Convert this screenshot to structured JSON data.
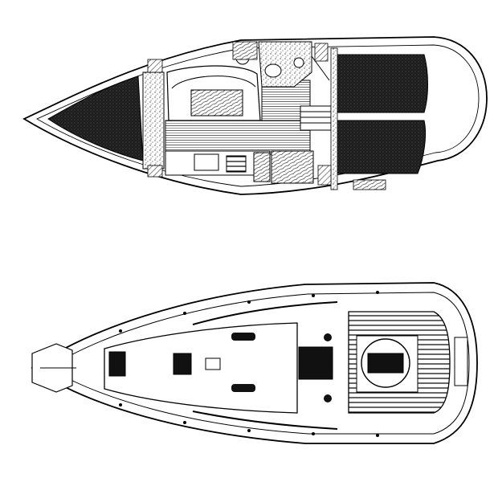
{
  "figure": {
    "views": [
      {
        "id": "interior-layout",
        "kind": "accommodation-plan"
      },
      {
        "id": "deck-plan",
        "kind": "deck-plan"
      }
    ],
    "colors": {
      "ink": "#000000",
      "paper": "#ffffff",
      "upholstery": "#2a2a2a",
      "speckle": "#d9d9d9"
    },
    "text": []
  }
}
